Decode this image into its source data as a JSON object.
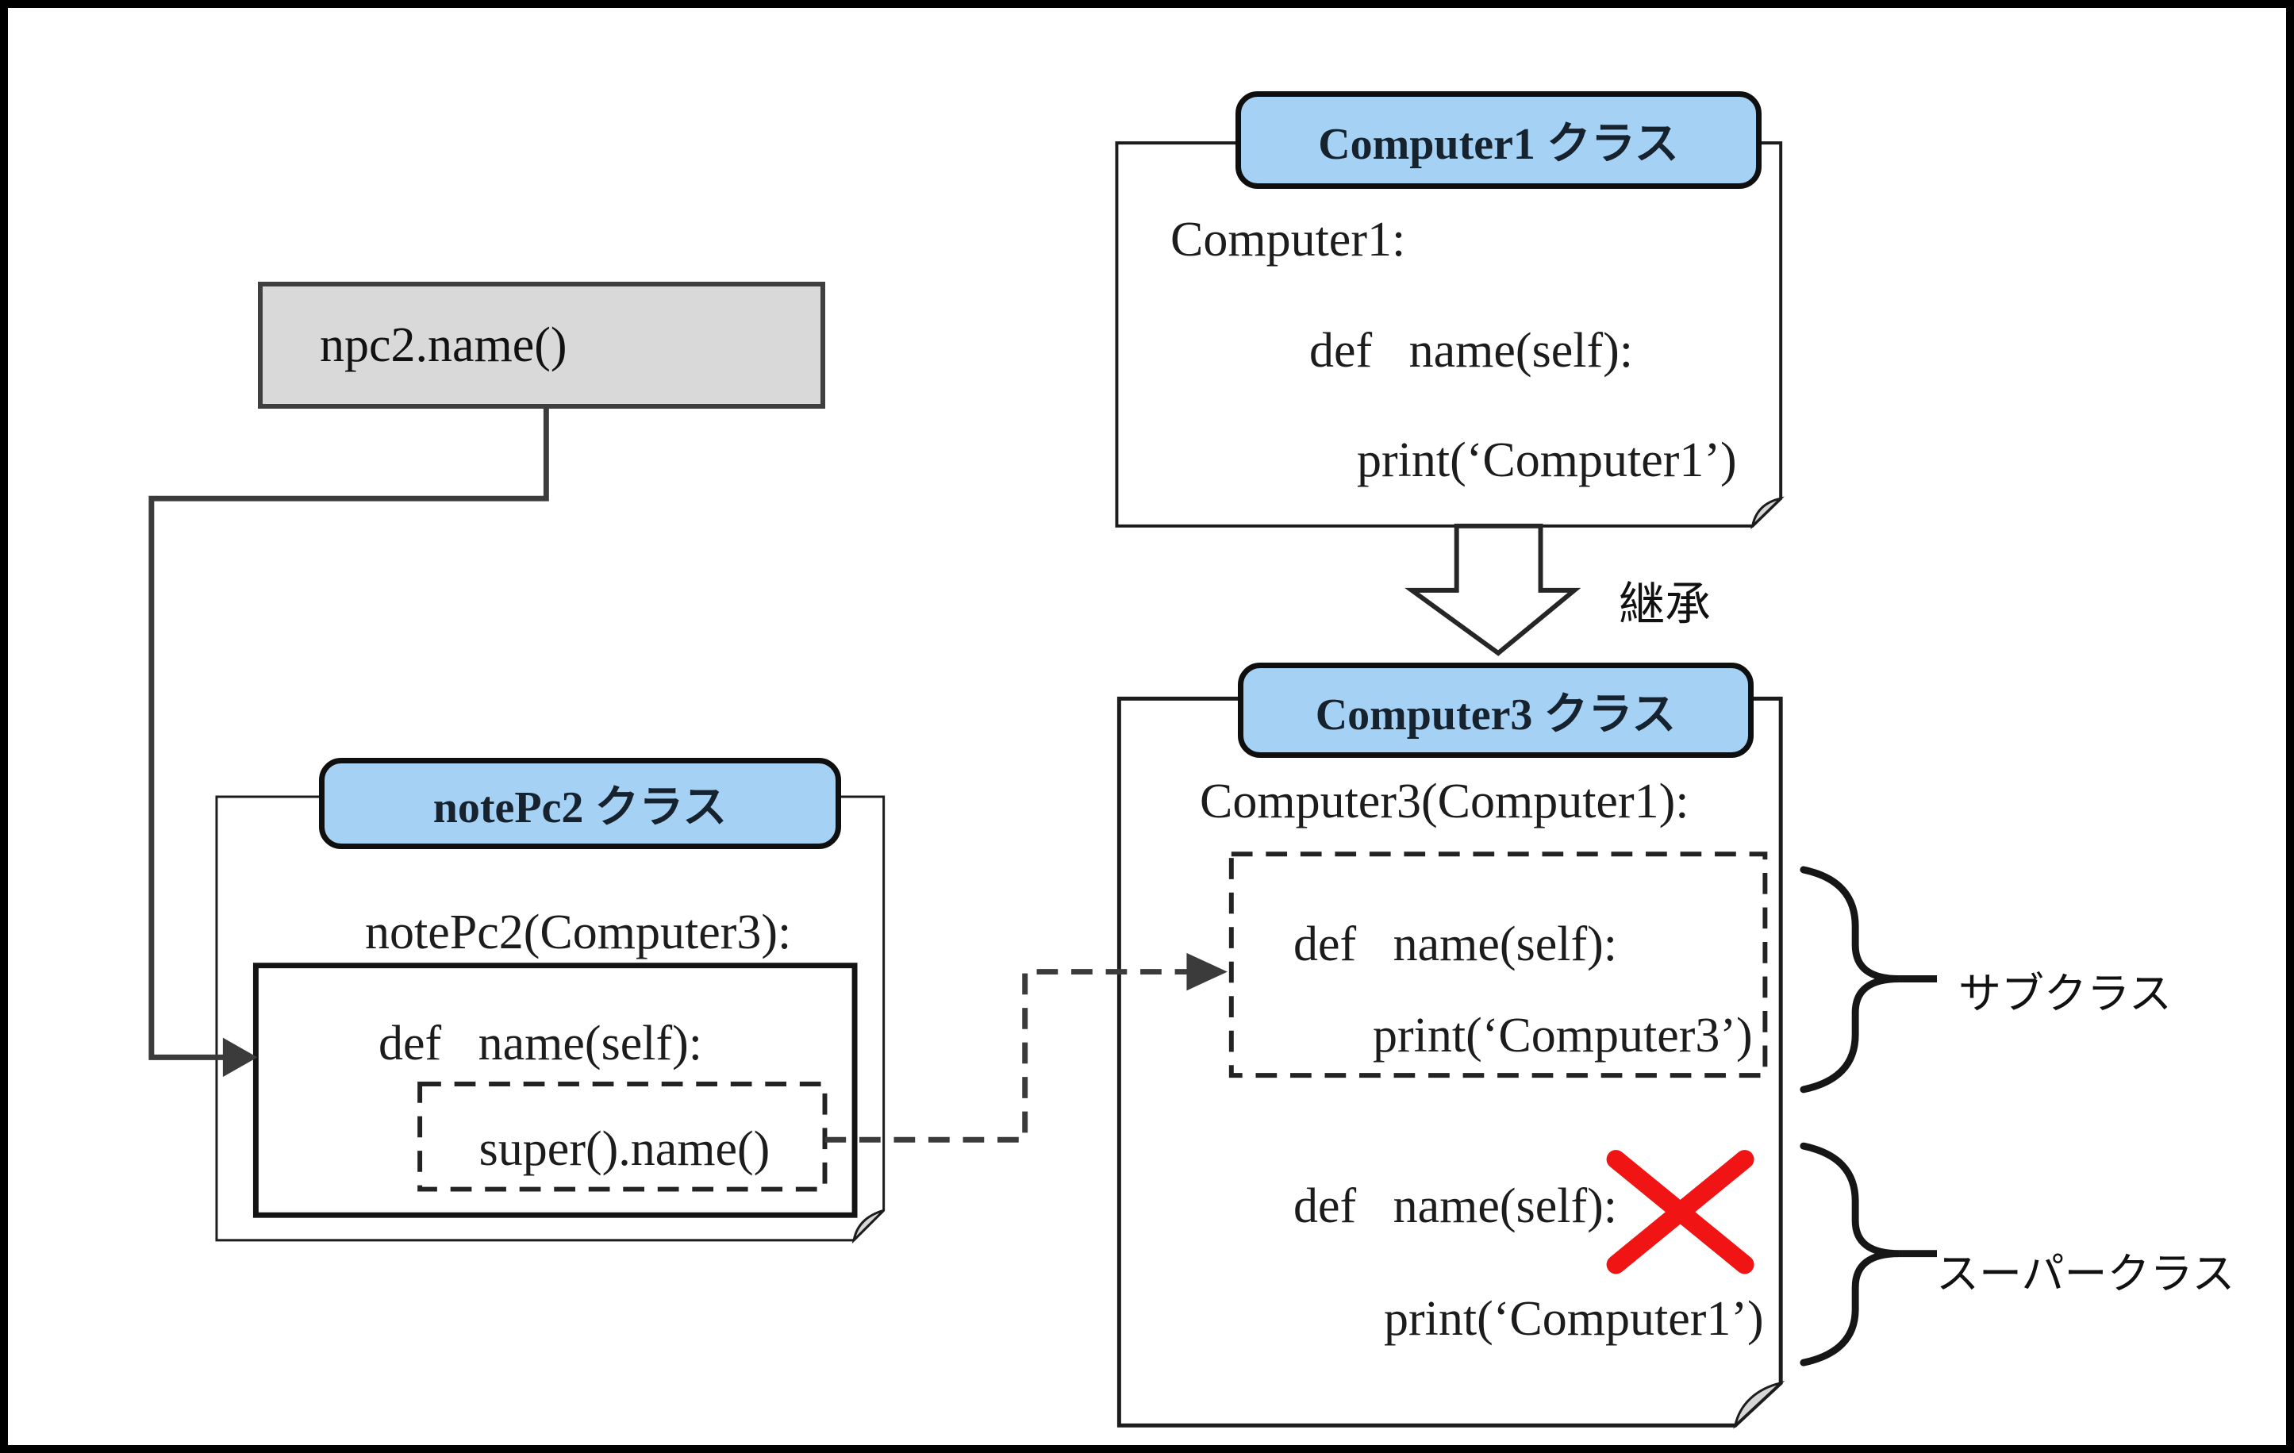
{
  "colors": {
    "header_blue": "#A5D2F4",
    "box_gray": "#D9D9D9",
    "cross_red": "#F01414",
    "line_dark": "#3B3B3B"
  },
  "caller_box": {
    "label": "npc2.name()"
  },
  "computer1_class": {
    "header": "Computer1 クラス",
    "title_line": "Computer1:",
    "def_line": "def   name(self):",
    "print_line": "print(‘Computer1’)"
  },
  "inheritance_arrow": {
    "label": "継承"
  },
  "computer3_class": {
    "header": "Computer3 クラス",
    "title_line": "Computer3(Computer1):",
    "sub_def_line": "def   name(self):",
    "sub_print_line": "print(‘Computer3’)",
    "super_def_line": "def   name(self):",
    "super_print_line": "print(‘Computer1’)"
  },
  "notepc2_class": {
    "header": "notePc2 クラス",
    "title_line": "notePc2(Computer3):",
    "def_line": "def   name(self):",
    "super_call": "super().name()"
  },
  "annotations": {
    "subclass_label": "サブクラス",
    "superclass_label": "スーパークラス"
  }
}
